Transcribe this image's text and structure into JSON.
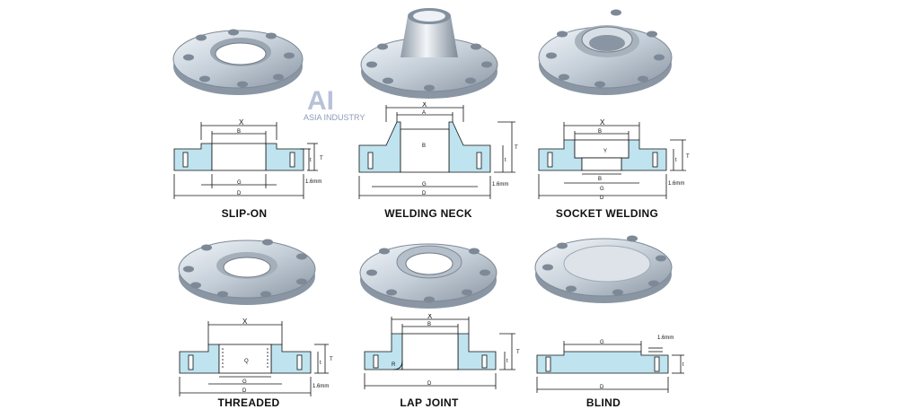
{
  "watermark": {
    "mark": "AI",
    "text": "ASIA INDUSTRY"
  },
  "flanges": [
    {
      "caption": "SLIP-ON",
      "labels": {
        "top": "X",
        "sub": "B",
        "side": "T",
        "small": "t",
        "g": "G",
        "d": "D",
        "mm": "1.6mm"
      }
    },
    {
      "caption": "WELDING NECK",
      "labels": {
        "top": "X",
        "a": "A",
        "sub": "B",
        "side": "T",
        "small": "t",
        "g": "G",
        "d": "D",
        "mm": "1.6mm"
      }
    },
    {
      "caption": "SOCKET WELDING",
      "labels": {
        "top": "X",
        "sub": "B",
        "y": "Y",
        "side": "T",
        "small": "t",
        "b": "B",
        "g": "G",
        "d": "D",
        "mm": "1.6mm"
      }
    },
    {
      "caption": "THREADED",
      "labels": {
        "top": "X",
        "q": "Q",
        "side": "T",
        "small": "t",
        "g": "G",
        "d": "D",
        "mm": "1.6mm"
      }
    },
    {
      "caption": "LAP JOINT",
      "labels": {
        "top": "X",
        "sub": "B",
        "r": "R",
        "side": "T",
        "small": "t",
        "d": "D"
      }
    },
    {
      "caption": "BLIND",
      "labels": {
        "g": "G",
        "mm": "1.6mm",
        "small": "t",
        "d": "D"
      }
    }
  ],
  "colors": {
    "metal_light": "#e6ecf2",
    "metal_mid": "#b9c4cf",
    "metal_dark": "#7d8996",
    "section_fill": "#bfe3ef",
    "line": "#111111",
    "watermark": "#9aa8c4"
  }
}
